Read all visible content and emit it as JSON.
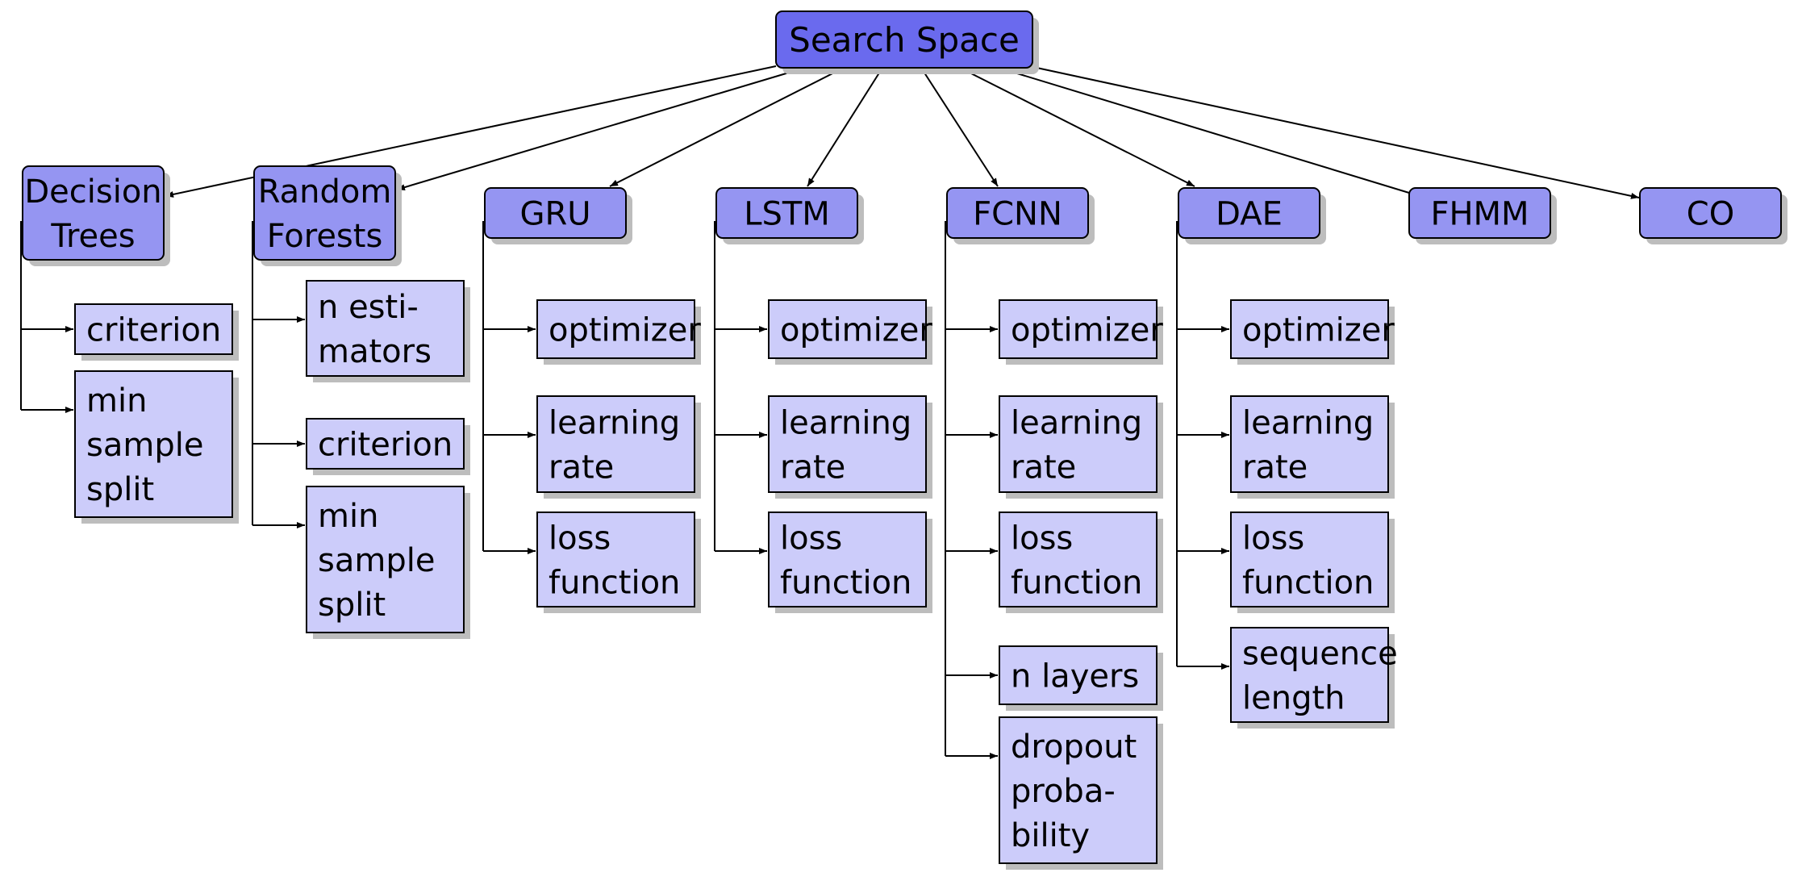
{
  "root": {
    "lines": [
      "Search Space"
    ]
  },
  "models": [
    {
      "id": "dt",
      "lines": [
        "Decision",
        "Trees"
      ],
      "params": [
        {
          "lines": [
            "criterion"
          ]
        },
        {
          "lines": [
            "min",
            "sample",
            "split"
          ]
        }
      ]
    },
    {
      "id": "rf",
      "lines": [
        "Random",
        "Forests"
      ],
      "params": [
        {
          "lines": [
            "n esti-",
            "mators"
          ]
        },
        {
          "lines": [
            "criterion"
          ]
        },
        {
          "lines": [
            "min",
            "sample",
            "split"
          ]
        }
      ]
    },
    {
      "id": "gru",
      "lines": [
        "GRU"
      ],
      "params": [
        {
          "lines": [
            "optimizer"
          ]
        },
        {
          "lines": [
            "learning",
            "rate"
          ]
        },
        {
          "lines": [
            "loss",
            "function"
          ]
        }
      ]
    },
    {
      "id": "lstm",
      "lines": [
        "LSTM"
      ],
      "params": [
        {
          "lines": [
            "optimizer"
          ]
        },
        {
          "lines": [
            "learning",
            "rate"
          ]
        },
        {
          "lines": [
            "loss",
            "function"
          ]
        }
      ]
    },
    {
      "id": "fcnn",
      "lines": [
        "FCNN"
      ],
      "params": [
        {
          "lines": [
            "optimizer"
          ]
        },
        {
          "lines": [
            "learning",
            "rate"
          ]
        },
        {
          "lines": [
            "loss",
            "function"
          ]
        },
        {
          "lines": [
            "n layers"
          ]
        },
        {
          "lines": [
            "dropout",
            "proba-",
            "bility"
          ]
        }
      ]
    },
    {
      "id": "dae",
      "lines": [
        "DAE"
      ],
      "params": [
        {
          "lines": [
            "optimizer"
          ]
        },
        {
          "lines": [
            "learning",
            "rate"
          ]
        },
        {
          "lines": [
            "loss",
            "function"
          ]
        },
        {
          "lines": [
            "sequence",
            "length"
          ]
        }
      ]
    },
    {
      "id": "fhmm",
      "lines": [
        "FHMM"
      ],
      "params": []
    },
    {
      "id": "co",
      "lines": [
        "CO"
      ],
      "params": []
    }
  ],
  "colors": {
    "root": "#6a6aee",
    "model": "#9595f2",
    "param": "#ccccfa",
    "shadow": "#bdbdbd"
  },
  "edges": "arrows from Search Space to each model; bracket connectors from each model to its parameters"
}
